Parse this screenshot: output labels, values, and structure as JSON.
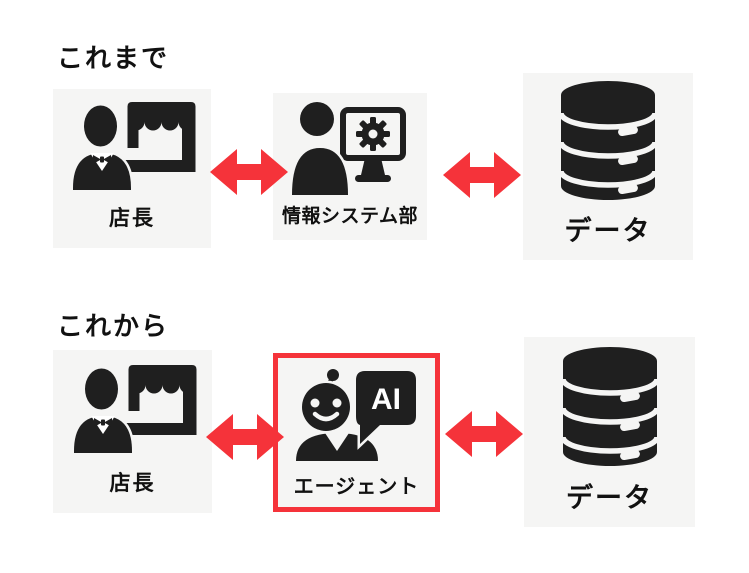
{
  "colors": {
    "arrow_red": "#F5333A",
    "highlight_border": "#F5333A",
    "box_bg": "#F5F5F4",
    "icon": "#1F1F1F",
    "text": "#111111",
    "badge_text": "#FFFFFF",
    "page_bg": "#FFFFFF"
  },
  "sections": [
    {
      "title": "これまで",
      "nodes": [
        {
          "label": "店長",
          "icon": "store-manager-icon"
        },
        {
          "label": "情報システム部",
          "icon": "it-staff-monitor-gear-icon"
        },
        {
          "label": "データ",
          "icon": "database-icon"
        }
      ]
    },
    {
      "title": "これから",
      "nodes": [
        {
          "label": "店長",
          "icon": "store-manager-icon"
        },
        {
          "label": "エージェント",
          "icon": "ai-agent-robot-icon",
          "badge": "AI",
          "highlighted": true
        },
        {
          "label": "データ",
          "icon": "database-icon"
        }
      ]
    }
  ],
  "arrows": {
    "shape": "double-headed-horizontal",
    "count": 4
  }
}
